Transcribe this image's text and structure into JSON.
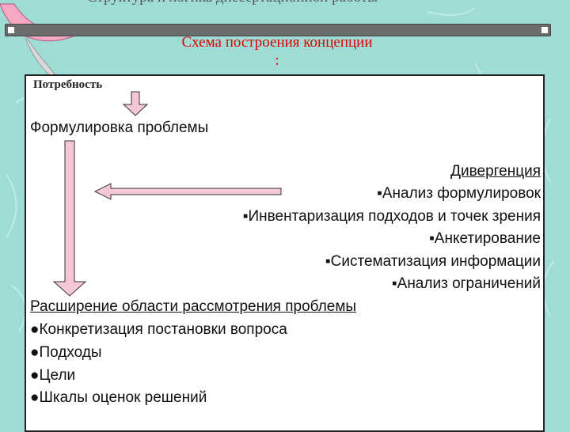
{
  "slide": {
    "title": "Структура и логика диссертационной работы",
    "subtitle_line1": "Схема построения концепции",
    "subtitle_line2": ":"
  },
  "diagram": {
    "start": "Потребность",
    "problem": "Формулировка проблемы",
    "divergence": {
      "heading": "Дивергенция",
      "items": [
        "▪Анализ формулировок",
        "▪Инвентаризация подходов и точек зрения",
        "▪Анкетирование",
        "▪Систематизация информации",
        "▪Анализ ограничений"
      ]
    },
    "expansion": {
      "heading": "Расширение области рассмотрения проблемы",
      "items": [
        "●Конкретизация постановки вопроса",
        "●Подходы",
        "●Цели",
        "●Шкалы оценок решений"
      ]
    }
  },
  "colors": {
    "background": "#9fdcd6",
    "arrow_fill": "#f4c6d6",
    "title_red": "#e00000"
  }
}
